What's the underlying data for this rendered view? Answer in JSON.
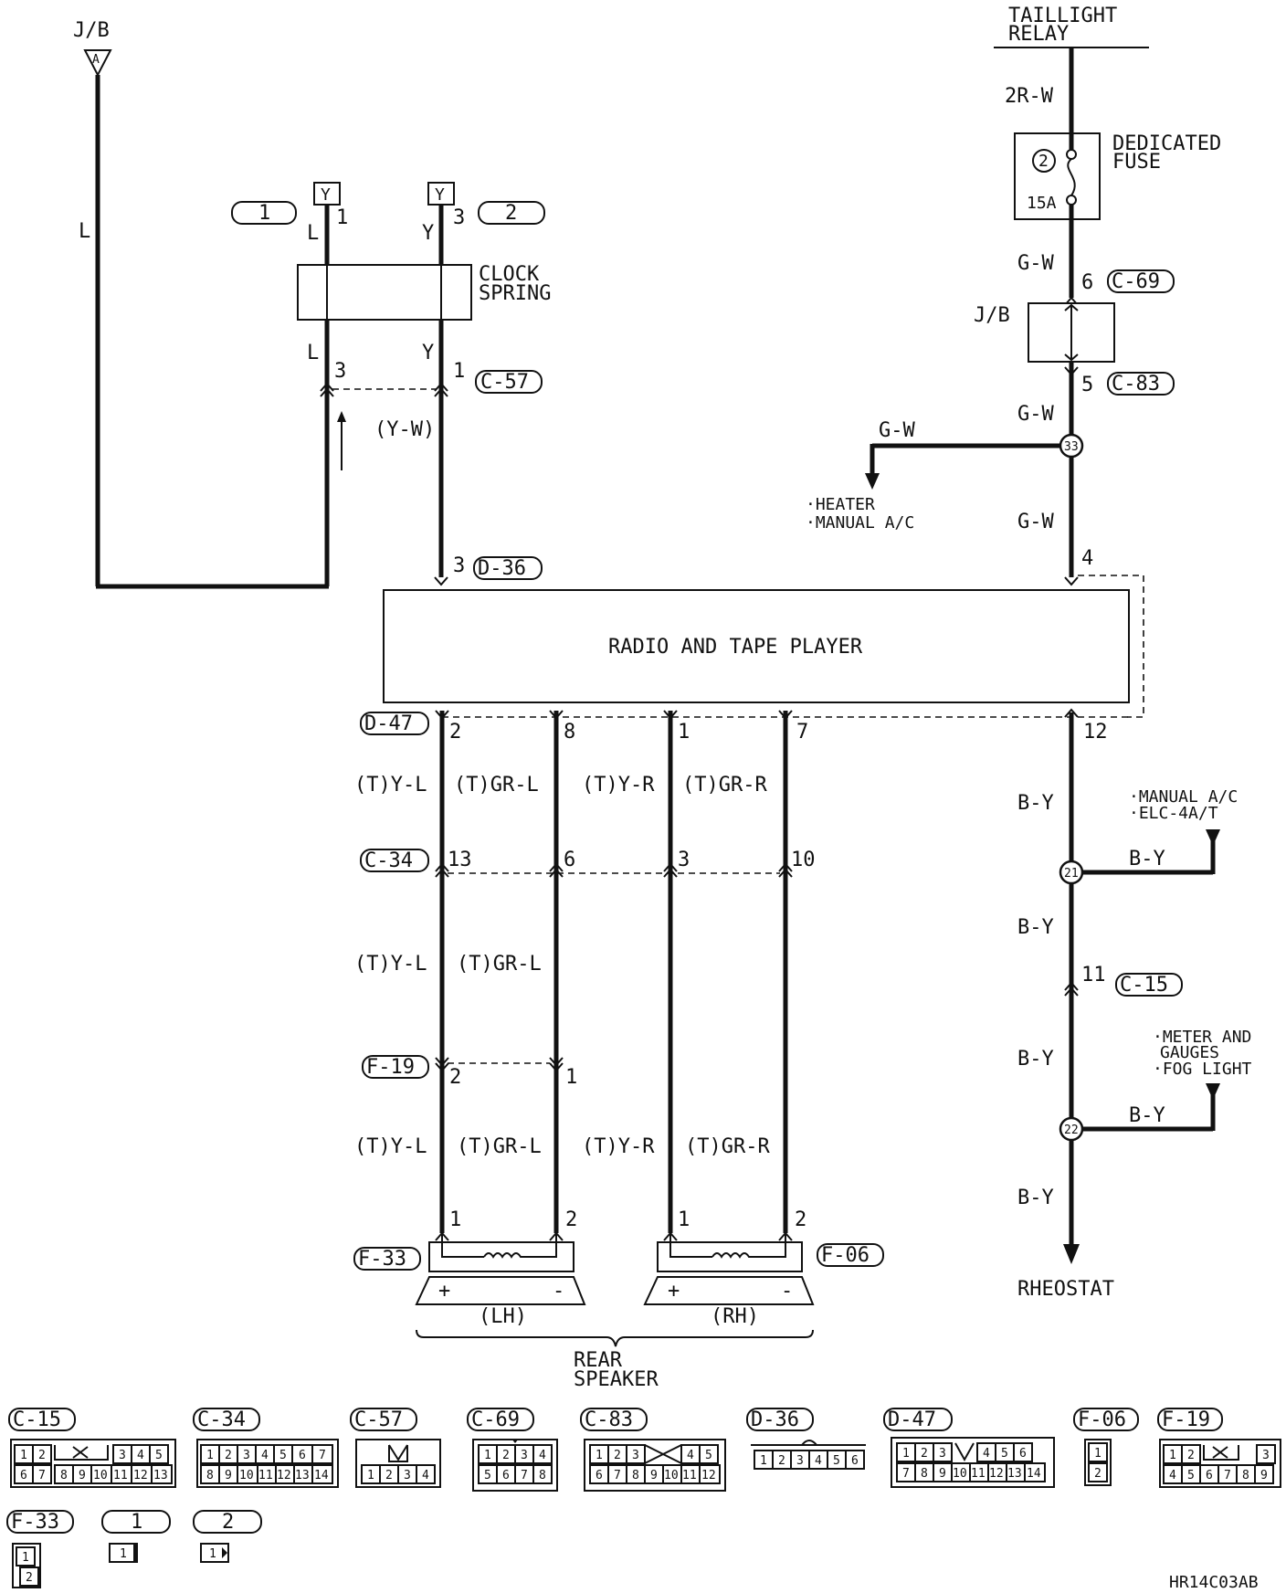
{
  "top": {
    "jb_label": "J/B",
    "jb_letter": "A",
    "wire_L": "L",
    "taillight_relay": [
      "TAILLIGHT",
      "RELAY"
    ],
    "wire_2RW": "2R-W",
    "dedicated_fuse": [
      "DEDICATED",
      "FUSE"
    ],
    "fuse_number": "2",
    "fuse_rating": "15A"
  },
  "clock_spring": {
    "label": [
      "CLOCK",
      "SPRING"
    ],
    "y_mark": "Y",
    "callout_1": "1",
    "callout_2": "2",
    "left_wire": "L",
    "left_pin_top": "1",
    "right_wire": "Y",
    "right_pin_top": "3",
    "left_pin_bottom": "3",
    "right_pin_bottom": "1",
    "connector": "C-57",
    "yw_wire": "(Y-W)",
    "pin_d36": "3",
    "connector_d36": "D-36"
  },
  "right_side": {
    "gw": "G-W",
    "pin_c69": "6",
    "conn_c69": "C-69",
    "jb": "J/B",
    "pin_c83": "5",
    "conn_c83": "C-83",
    "splice_33": "33",
    "heater": [
      "·HEATER",
      "·MANUAL  A/C"
    ],
    "pin_4": "4",
    "pin_12": "12",
    "by": "B-Y",
    "manual_ac": [
      "·MANUAL A/C",
      "·ELC-4A/T"
    ],
    "splice_21": "21",
    "pin_11": "11",
    "conn_c15": "C-15",
    "meter": [
      "·METER AND",
      "GAUGES",
      "·FOG LIGHT"
    ],
    "splice_22": "22",
    "rheostat": "RHEOSTAT"
  },
  "radio": {
    "label": "RADIO  AND  TAPE  PLAYER"
  },
  "speakers": {
    "conn_d47": "D-47",
    "pins_d47": [
      "2",
      "8",
      "1",
      "7"
    ],
    "wires_top": [
      "(T)Y-L",
      "(T)GR-L",
      "(T)Y-R",
      "(T)GR-R"
    ],
    "conn_c34": "C-34",
    "pins_c34": [
      "13",
      "6",
      "3",
      "10"
    ],
    "wires_mid": [
      "(T)Y-L",
      "(T)GR-L"
    ],
    "conn_f19": "F-19",
    "pins_f19": [
      "2",
      "1"
    ],
    "wires_bot": [
      "(T)Y-L",
      "(T)GR-L",
      "(T)Y-R",
      "(T)GR-R"
    ],
    "pins_spk": [
      "1",
      "2",
      "1",
      "2"
    ],
    "conn_f33": "F-33",
    "conn_f06": "F-06",
    "plus": "+",
    "minus": "-",
    "lh": "(LH)",
    "rh": "(RH)",
    "rear_speaker": [
      "REAR",
      "SPEAKER"
    ]
  },
  "connectors": {
    "c15": {
      "name": "C-15",
      "top": [
        "1",
        "2",
        "",
        "3",
        "4",
        "5"
      ],
      "bottom": [
        "6",
        "7",
        "8",
        "9",
        "10",
        "11",
        "12",
        "13"
      ]
    },
    "c34": {
      "name": "C-34",
      "top": [
        "1",
        "2",
        "3",
        "4",
        "5",
        "6",
        "7"
      ],
      "bottom": [
        "8",
        "9",
        "10",
        "11",
        "12",
        "13",
        "14"
      ]
    },
    "c57": {
      "name": "C-57",
      "bottom": [
        "1",
        "2",
        "3",
        "4"
      ]
    },
    "c69": {
      "name": "C-69",
      "top": [
        "1",
        "2",
        "3",
        "4"
      ],
      "bottom": [
        "5",
        "6",
        "7",
        "8"
      ]
    },
    "c83": {
      "name": "C-83",
      "top": [
        "1",
        "2",
        "3",
        "4",
        "5"
      ],
      "bottom": [
        "6",
        "7",
        "8",
        "9",
        "10",
        "11",
        "12"
      ]
    },
    "d36": {
      "name": "D-36",
      "bottom": [
        "1",
        "2",
        "3",
        "4",
        "5",
        "6"
      ]
    },
    "d47": {
      "name": "D-47",
      "top": [
        "1",
        "2",
        "3",
        "4",
        "5",
        "6"
      ],
      "bottom": [
        "7",
        "8",
        "9",
        "10",
        "11",
        "12",
        "13",
        "14"
      ]
    },
    "f06": {
      "name": "F-06",
      "cells": [
        "1",
        "2"
      ]
    },
    "f19": {
      "name": "F-19",
      "top": [
        "1",
        "2",
        "3"
      ],
      "bottom": [
        "4",
        "5",
        "6",
        "7",
        "8",
        "9"
      ]
    },
    "f33": {
      "name": "F-33",
      "cells": [
        "1",
        "2"
      ]
    },
    "j1": {
      "name": "1",
      "cells": [
        "1"
      ]
    },
    "j2": {
      "name": "2",
      "cells": [
        "1"
      ]
    }
  },
  "figure_code": "HR14C03AB"
}
